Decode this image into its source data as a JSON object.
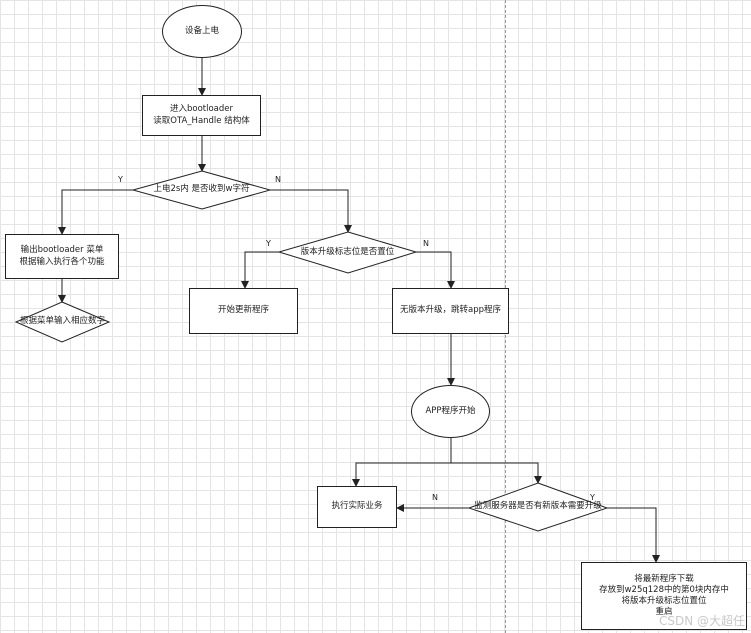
{
  "nodes": {
    "power_on": "设备上电",
    "enter_bootloader": "进入bootloader\n读取OTA_Handle 结构体",
    "decision_2s": "上电2s内 是否收到w字符",
    "output_menu": "输出bootloader 菜单\n根据输入执行各个功能",
    "decision_menu_input": "根据菜单输入相应数字",
    "decision_upgrade_flag": "版本升级标志位是否置位",
    "start_update": "开始更新程序",
    "no_upgrade_jump": "无版本升级，跳转app程序",
    "app_start": "APP程序开始",
    "execute_business": "执行实际业务",
    "decision_server_check": "监测服务器是否有新版本需要升级",
    "download_new": "将最新程序下载\n存放到w25q128中的第0块内存中\n将版本升级标志位置位\n重启"
  },
  "edge_labels": {
    "y1": "Y",
    "n1": "N",
    "y2": "Y",
    "n2": "N",
    "n3": "N",
    "y3": "Y"
  },
  "watermark": "CSDN @大超任"
}
